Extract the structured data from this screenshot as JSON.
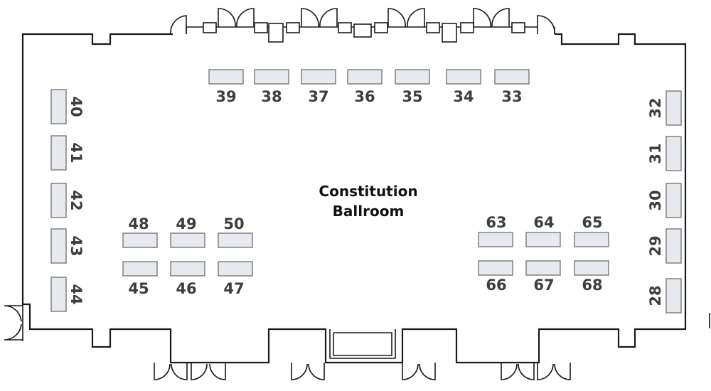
{
  "room": {
    "name_line1": "Constitution",
    "name_line2": "Ballroom"
  },
  "colors": {
    "wall": "#1a1a1a",
    "booth_fill": "#e6e9ed",
    "booth_stroke": "#6f6f6f",
    "booth_label": "#3d3d3d"
  },
  "booths": {
    "top_row": [
      "39",
      "38",
      "37",
      "36",
      "35",
      "34",
      "33"
    ],
    "left_column": [
      "40",
      "41",
      "42",
      "43",
      "44"
    ],
    "right_column": [
      "32",
      "31",
      "30",
      "29",
      "28"
    ],
    "left_cluster_top": [
      "48",
      "49",
      "50"
    ],
    "left_cluster_bottom": [
      "45",
      "46",
      "47"
    ],
    "right_cluster_top": [
      "63",
      "64",
      "65"
    ],
    "right_cluster_bottom": [
      "66",
      "67",
      "68"
    ]
  }
}
